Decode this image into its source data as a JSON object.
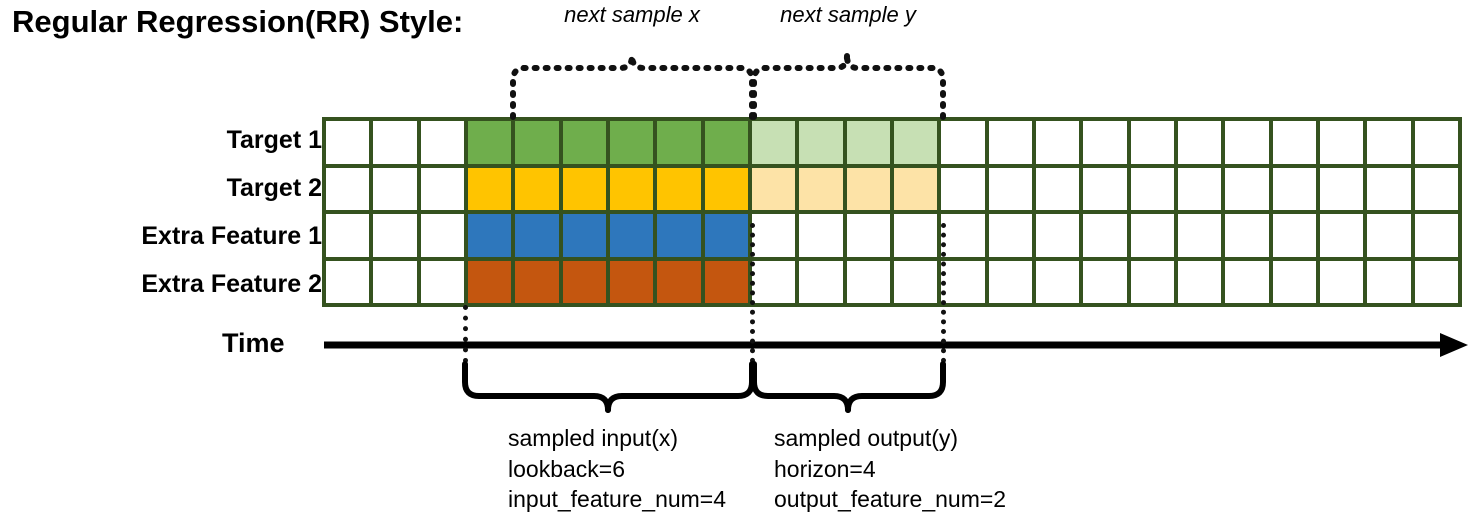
{
  "title": "Regular Regression(RR) Style:",
  "rows": [
    {
      "label": "Target 1",
      "name": "target-1"
    },
    {
      "label": "Target 2",
      "name": "target-2"
    },
    {
      "label": "Extra Feature 1",
      "name": "extra-feature-1"
    },
    {
      "label": "Extra Feature 2",
      "name": "extra-feature-2"
    }
  ],
  "grid": {
    "total_columns": 24,
    "leading_empty_columns": 3,
    "input_columns": 6,
    "output_columns": 4,
    "trailing_empty_columns": 11
  },
  "colors": {
    "border": "#35521F",
    "empty": "#FFFFFF",
    "target1_solid": "#6FAE4C",
    "target1_faded": "#C7E0B4",
    "target2_solid": "#FFC400",
    "target2_faded": "#FDE3A7",
    "extra1_solid": "#2E77BC",
    "extra2_solid": "#C4560F",
    "line": "#000000"
  },
  "top_braces": [
    {
      "label": "next sample x",
      "name": "next-sample-x"
    },
    {
      "label": "next sample y",
      "name": "next-sample-y"
    }
  ],
  "time_axis": {
    "label": "Time"
  },
  "bottom_braces": [
    {
      "name": "sampled-input",
      "lines": [
        "sampled input(x)",
        "lookback=6",
        "input_feature_num=4"
      ]
    },
    {
      "name": "sampled-output",
      "lines": [
        "sampled output(y)",
        "horizon=4",
        "output_feature_num=2"
      ]
    }
  ]
}
